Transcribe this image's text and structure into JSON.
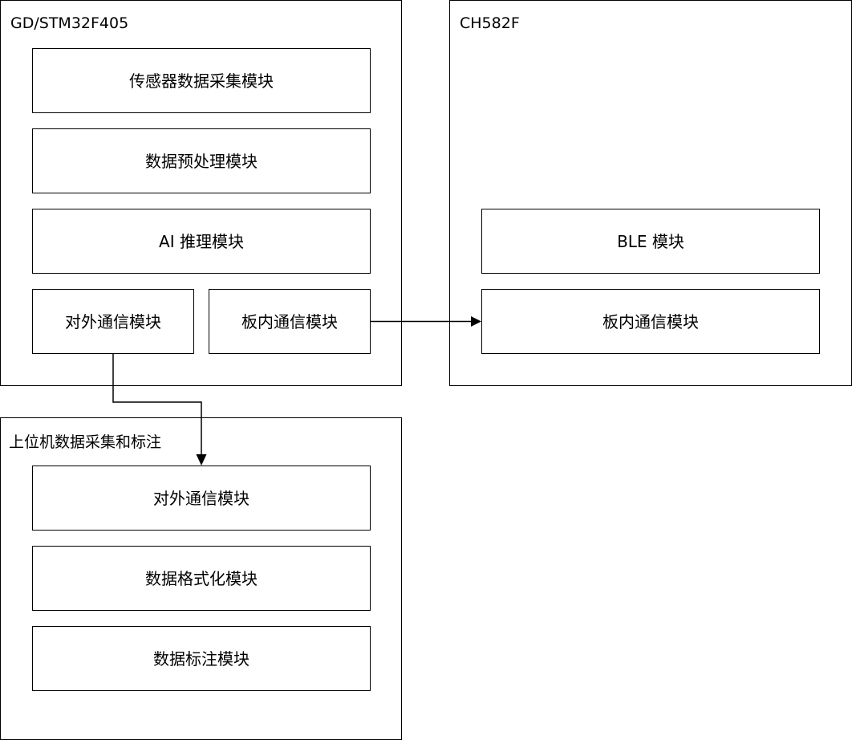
{
  "containers": {
    "mcu": {
      "title": "GD/STM32F405",
      "modules": [
        "传感器数据采集模块",
        "数据预处理模块",
        "AI 推理模块",
        "对外通信模块",
        "板内通信模块"
      ]
    },
    "ble_chip": {
      "title": "CH582F",
      "modules": [
        "BLE 模块",
        "板内通信模块"
      ]
    },
    "host": {
      "title": "上位机数据采集和标注",
      "modules": [
        "对外通信模块",
        "数据格式化模块",
        "数据标注模块"
      ]
    }
  },
  "connections": [
    {
      "from": "containers.mcu.modules.4",
      "to": "containers.ble_chip.modules.1"
    },
    {
      "from": "containers.mcu.modules.3",
      "to": "containers.host.modules.0"
    }
  ],
  "colors": {
    "stroke": "#000000",
    "background": "#ffffff"
  }
}
